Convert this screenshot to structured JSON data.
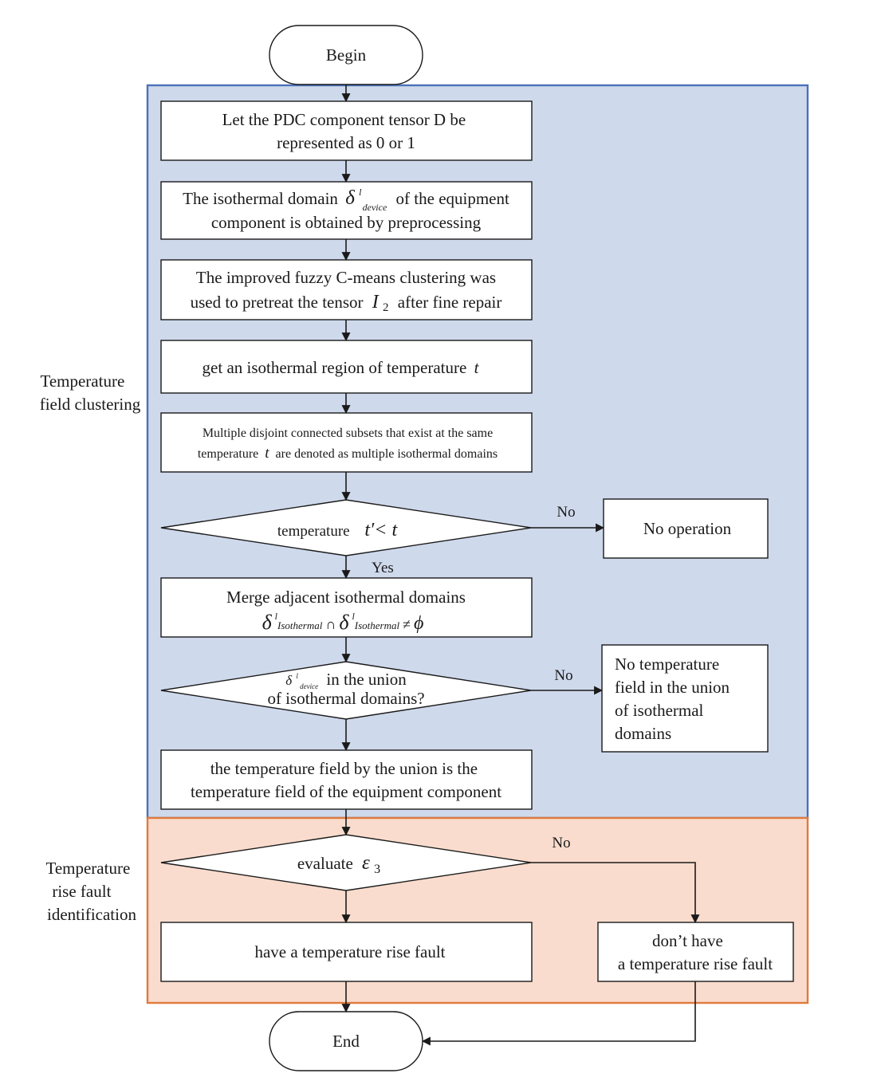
{
  "diagram": {
    "begin": "Begin",
    "end": "End",
    "regions": {
      "clustering_label": [
        "Temperature",
        "field clustering"
      ],
      "fault_label": [
        "Temperature",
        "rise fault",
        "identification"
      ],
      "clustering_fill": "#cfd9ec",
      "clustering_border": "#4a72b8",
      "fault_fill": "#f9dccd",
      "fault_border": "#e07a3c"
    },
    "step1": {
      "line1": "Let the PDC component tensor D be",
      "line2": "represented as 0 or 1"
    },
    "step2": {
      "line1_pre": "The isothermal domain",
      "sym": "δ",
      "sup": "l",
      "sub": "device",
      "line1_post": "of the equipment",
      "line2": "component is obtained by preprocessing"
    },
    "step3": {
      "line1": "The improved fuzzy C-means clustering was",
      "line2_pre": "used to pretreat the tensor",
      "var": "I",
      "sub": "2",
      "line2_post": "after fine repair"
    },
    "step4": {
      "text": "get an isothermal region of temperature",
      "var": "t"
    },
    "step5": {
      "line1": "Multiple disjoint connected subsets that exist at the same",
      "line2_pre": "temperature",
      "var": "t",
      "line2_post": "are denoted as multiple isothermal domains"
    },
    "decision1": {
      "label": "temperature",
      "cond": "t′< t",
      "no": "No",
      "yes": "Yes"
    },
    "no_operation": "No operation",
    "step6": {
      "line1": "Merge adjacent isothermal domains",
      "sym": "δ",
      "sup": "l",
      "sub": "Isothermal",
      "cap": "∩",
      "neq": "≠",
      "phi": "ϕ"
    },
    "decision2": {
      "sym": "δ",
      "sup": "l",
      "sub": "device",
      "line1": "in the union",
      "line2": "of isothermal domains?",
      "no": "No"
    },
    "no_field": [
      "No temperature",
      "field in the union",
      "of isothermal",
      "domains"
    ],
    "step7": {
      "line1": "the temperature field by the union is the",
      "line2": "temperature field of the equipment component"
    },
    "decision3": {
      "label": "evaluate",
      "var": "ε",
      "sub": "3",
      "no": "No"
    },
    "fault_yes": "have a temperature rise fault",
    "fault_no": {
      "line1": "don’t  have",
      "line2": "a temperature rise fault"
    }
  }
}
